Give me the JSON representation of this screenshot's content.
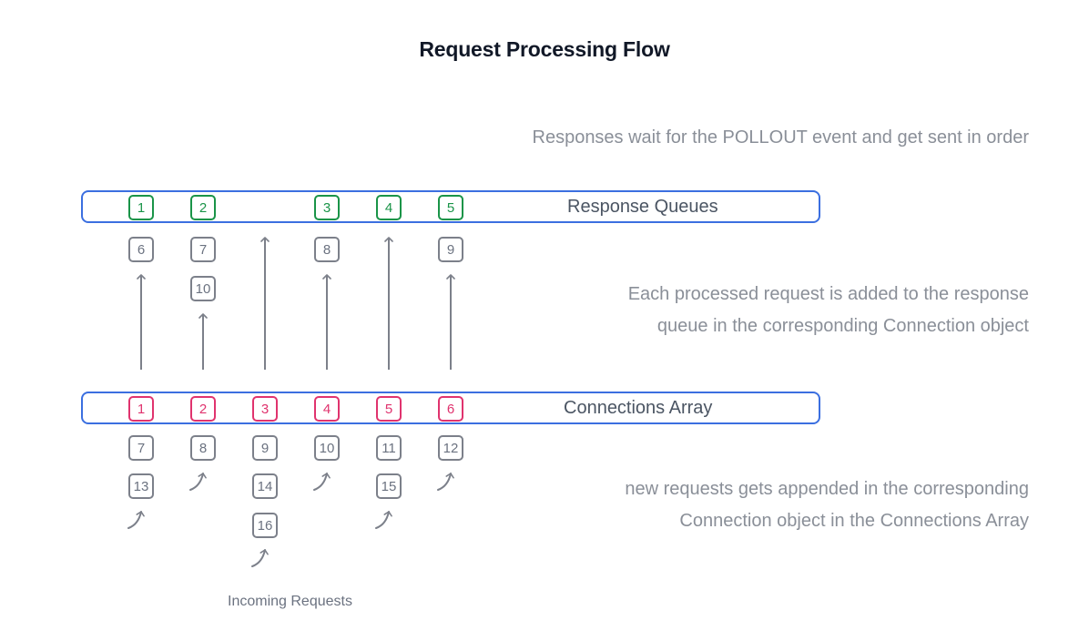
{
  "title": "Request Processing Flow",
  "notes": {
    "top": "Responses wait for the POLLOUT event and get sent in order",
    "mid_line1": "Each processed request is added to the response",
    "mid_line2": "queue in the corresponding Connection object",
    "bot_line1": "new requests gets appended in the corresponding",
    "bot_line2": "Connection object in the Connections Array"
  },
  "response_bar_label": "Response Queues",
  "connections_bar_label": "Connections Array",
  "incoming_label": "Incoming Requests",
  "response_queue": [
    "1",
    "2",
    "3",
    "4",
    "5"
  ],
  "processed": [
    "6",
    "7",
    "10",
    "8",
    "9"
  ],
  "connections": [
    "1",
    "2",
    "3",
    "4",
    "5",
    "6"
  ],
  "pending": [
    "7",
    "8",
    "9",
    "10",
    "11",
    "12",
    "13",
    "14",
    "15",
    "16"
  ],
  "colors": {
    "accent_blue": "#3b6fe0",
    "green": "#1a9448",
    "pink": "#e0336e",
    "gray": "#7c808a"
  }
}
